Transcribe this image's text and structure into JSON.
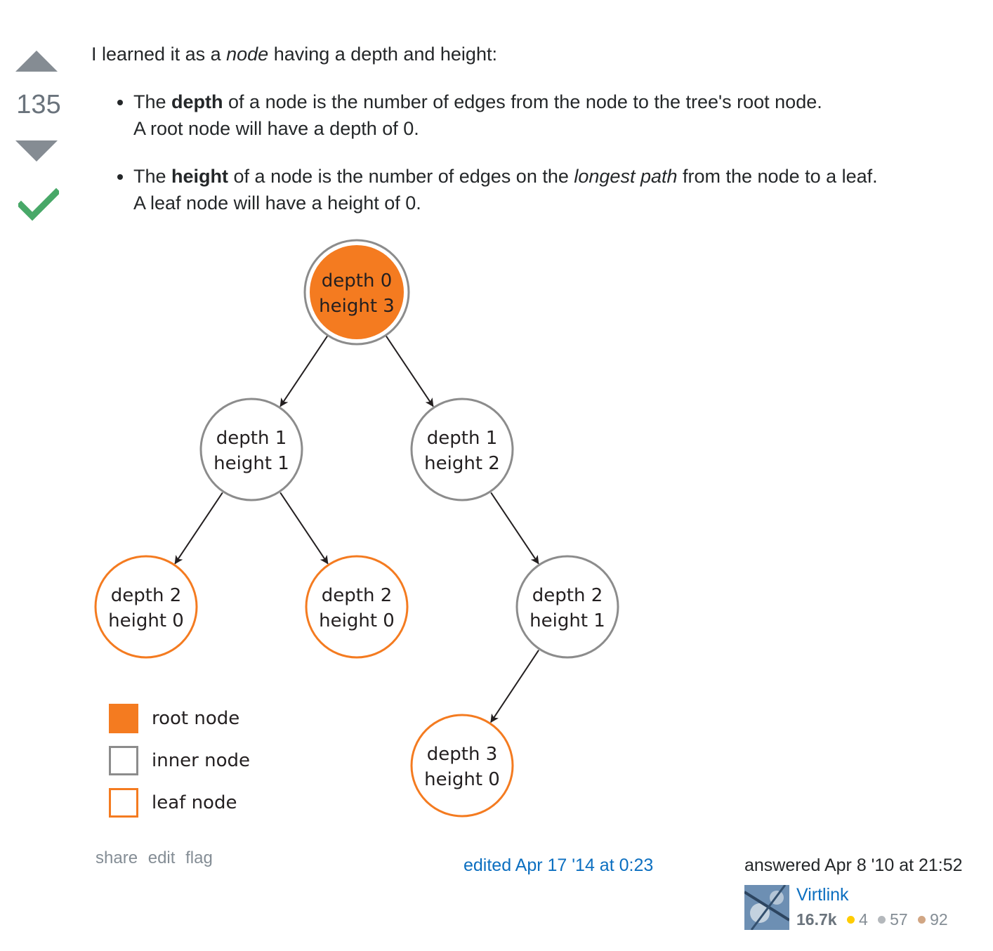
{
  "vote": {
    "count": "135",
    "up_label": "vote up",
    "down_label": "vote down"
  },
  "post": {
    "intro_before": "I learned it as a ",
    "intro_em": "node",
    "intro_after": " having a depth and height:",
    "bullets": [
      {
        "lead": "The ",
        "bold": "depth",
        "mid": " of a node is the number of edges from the node to the tree's root node.",
        "em": "",
        "tail": "",
        "line2": "A root node will have a depth of 0."
      },
      {
        "lead": "The ",
        "bold": "height",
        "mid": " of a node is the number of edges on the ",
        "em": "longest path",
        "tail": " from the node to a leaf.",
        "line2": "A leaf node will have a height of 0."
      }
    ]
  },
  "diagram": {
    "colors": {
      "root": "#f47b20",
      "inner": "#8c8c8c",
      "leaf": "#f47b20"
    },
    "nodes": [
      {
        "id": "root",
        "type": "root",
        "depth_label": "depth 0",
        "height_label": "height 3"
      },
      {
        "id": "l1",
        "type": "inner",
        "depth_label": "depth 1",
        "height_label": "height 1"
      },
      {
        "id": "r1",
        "type": "inner",
        "depth_label": "depth 1",
        "height_label": "height 2"
      },
      {
        "id": "ll2",
        "type": "leaf",
        "depth_label": "depth 2",
        "height_label": "height 0"
      },
      {
        "id": "lr2",
        "type": "leaf",
        "depth_label": "depth 2",
        "height_label": "height 0"
      },
      {
        "id": "rr2",
        "type": "inner",
        "depth_label": "depth 2",
        "height_label": "height 1"
      },
      {
        "id": "d3",
        "type": "leaf",
        "depth_label": "depth 3",
        "height_label": "height 0"
      }
    ],
    "edges": [
      [
        "root",
        "l1"
      ],
      [
        "root",
        "r1"
      ],
      [
        "l1",
        "ll2"
      ],
      [
        "l1",
        "lr2"
      ],
      [
        "r1",
        "rr2"
      ],
      [
        "rr2",
        "d3"
      ]
    ],
    "legend": [
      {
        "type": "root",
        "label": "root node"
      },
      {
        "type": "inner",
        "label": "inner node"
      },
      {
        "type": "leaf",
        "label": "leaf node"
      }
    ]
  },
  "footer": {
    "menu": [
      "share",
      "edit",
      "flag"
    ],
    "edited": "edited Apr 17 '14 at 0:23",
    "answered": "answered Apr 8 '10 at 21:52",
    "user": {
      "name": "Virtlink",
      "reputation": "16.7k",
      "gold": "4",
      "silver": "57",
      "bronze": "92",
      "badge_colors": {
        "gold": "#ffcc01",
        "silver": "#b4b8bc",
        "bronze": "#d1a684"
      }
    }
  }
}
